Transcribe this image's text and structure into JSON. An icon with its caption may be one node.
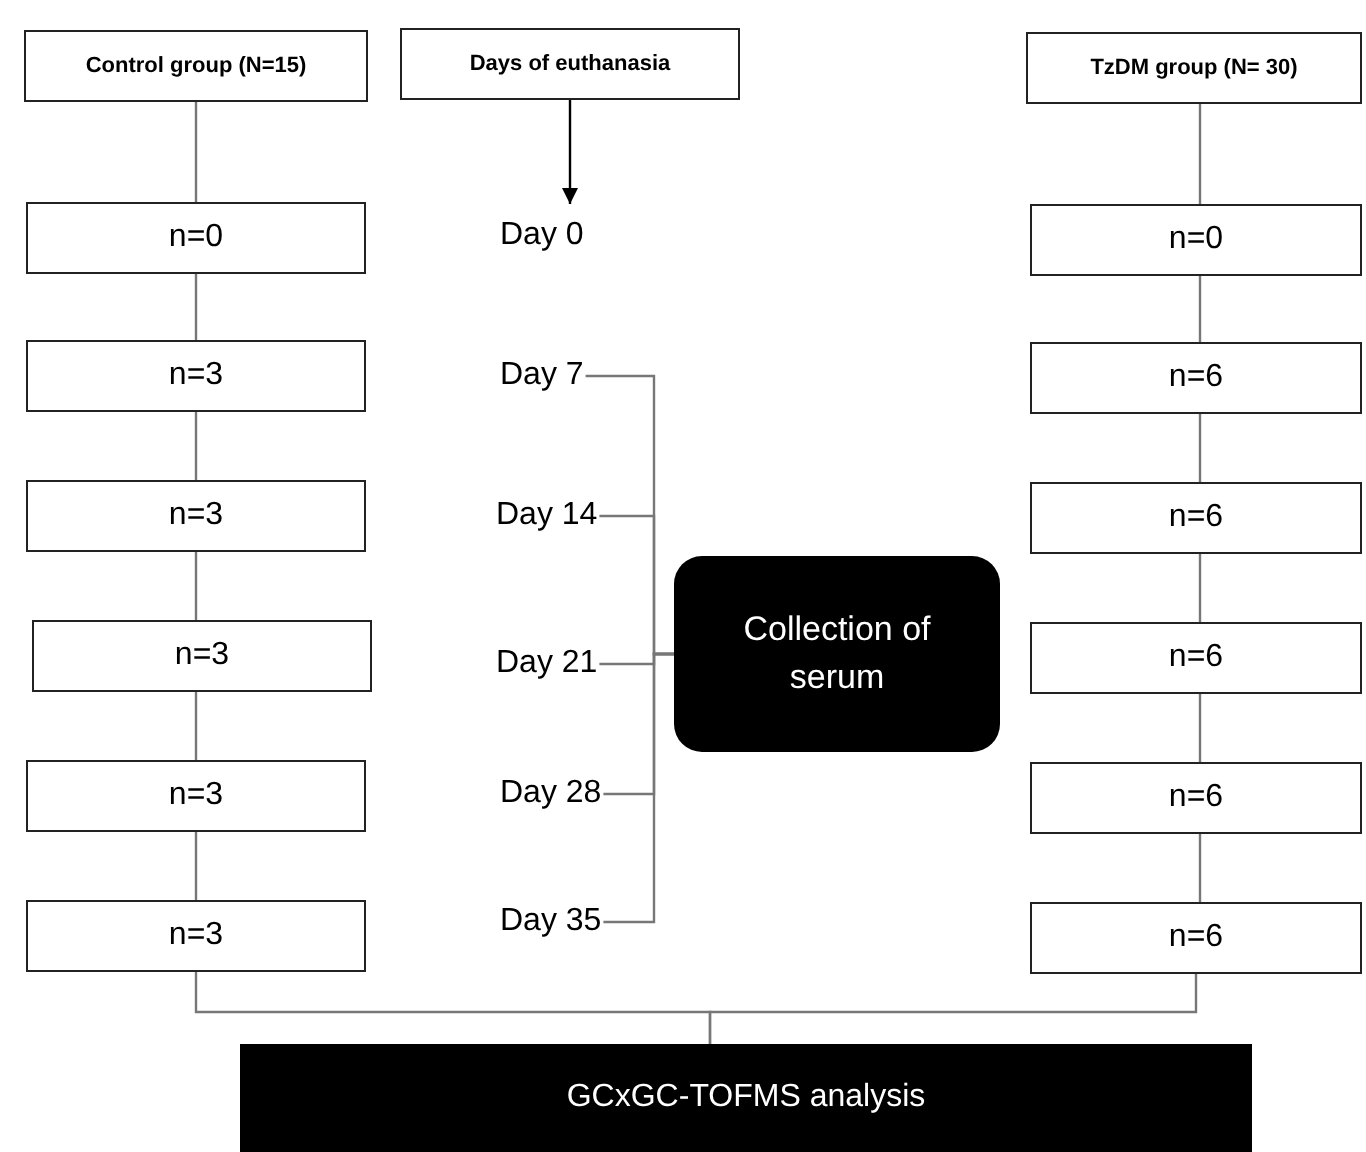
{
  "diagram": {
    "nodes": [
      {
        "text": [
          "Control group (N=15)"
        ]
      },
      {
        "text": [
          "Days of euthanasia"
        ]
      },
      {
        "text": [
          "TzDM group (N= 30)"
        ]
      },
      {
        "text": [
          "n=0"
        ]
      },
      {
        "text": [
          "Day 0"
        ]
      },
      {
        "text": [
          "n=0"
        ]
      },
      {
        "text": [
          "n=3"
        ]
      },
      {
        "text": [
          "Day 7"
        ]
      },
      {
        "text": [
          "n=6"
        ]
      },
      {
        "text": [
          "n=3"
        ]
      },
      {
        "text": [
          "Day 14"
        ]
      },
      {
        "text": [
          "n=6"
        ]
      },
      {
        "text": [
          "n=3"
        ]
      },
      {
        "text": [
          "Day 21"
        ]
      },
      {
        "text": [
          "Collection of serum"
        ]
      },
      {
        "text": [
          "n=6"
        ]
      },
      {
        "text": [
          "n=3"
        ]
      },
      {
        "text": [
          "Day 28"
        ]
      },
      {
        "text": [
          "n=6"
        ]
      },
      {
        "text": [
          "n=3"
        ]
      },
      {
        "text": [
          "Day 35"
        ]
      },
      {
        "text": [
          "n=6"
        ]
      },
      {
        "text": [
          "GCxGC-TOFMS analysis"
        ]
      }
    ],
    "edges": [
      {
        "from": 0,
        "to": 3,
        "arrow": "none"
      },
      {
        "from": 3,
        "to": 6,
        "arrow": "none"
      },
      {
        "from": 6,
        "to": 9,
        "arrow": "none"
      },
      {
        "from": 9,
        "to": 12,
        "arrow": "none"
      },
      {
        "from": 12,
        "to": 16,
        "arrow": "none"
      },
      {
        "from": 16,
        "to": 19,
        "arrow": "none"
      },
      {
        "from": 2,
        "to": 5,
        "arrow": "none"
      },
      {
        "from": 5,
        "to": 8,
        "arrow": "none"
      },
      {
        "from": 8,
        "to": 11,
        "arrow": "none"
      },
      {
        "from": 11,
        "to": 15,
        "arrow": "none"
      },
      {
        "from": 15,
        "to": 18,
        "arrow": "none"
      },
      {
        "from": 18,
        "to": 21,
        "arrow": "none"
      },
      {
        "from": 1,
        "to": 4,
        "arrow": "to",
        "color": "#000000"
      },
      {
        "from": 7,
        "to": 14,
        "arrow": "none"
      },
      {
        "from": 10,
        "to": 14,
        "arrow": "none"
      },
      {
        "from": 13,
        "to": 14,
        "arrow": "none"
      },
      {
        "from": 17,
        "to": 14,
        "arrow": "none"
      },
      {
        "from": 20,
        "to": 14,
        "arrow": "none"
      },
      {
        "from": 19,
        "to": 22,
        "arrow": "none"
      },
      {
        "from": 21,
        "to": 22,
        "arrow": "none"
      }
    ]
  }
}
